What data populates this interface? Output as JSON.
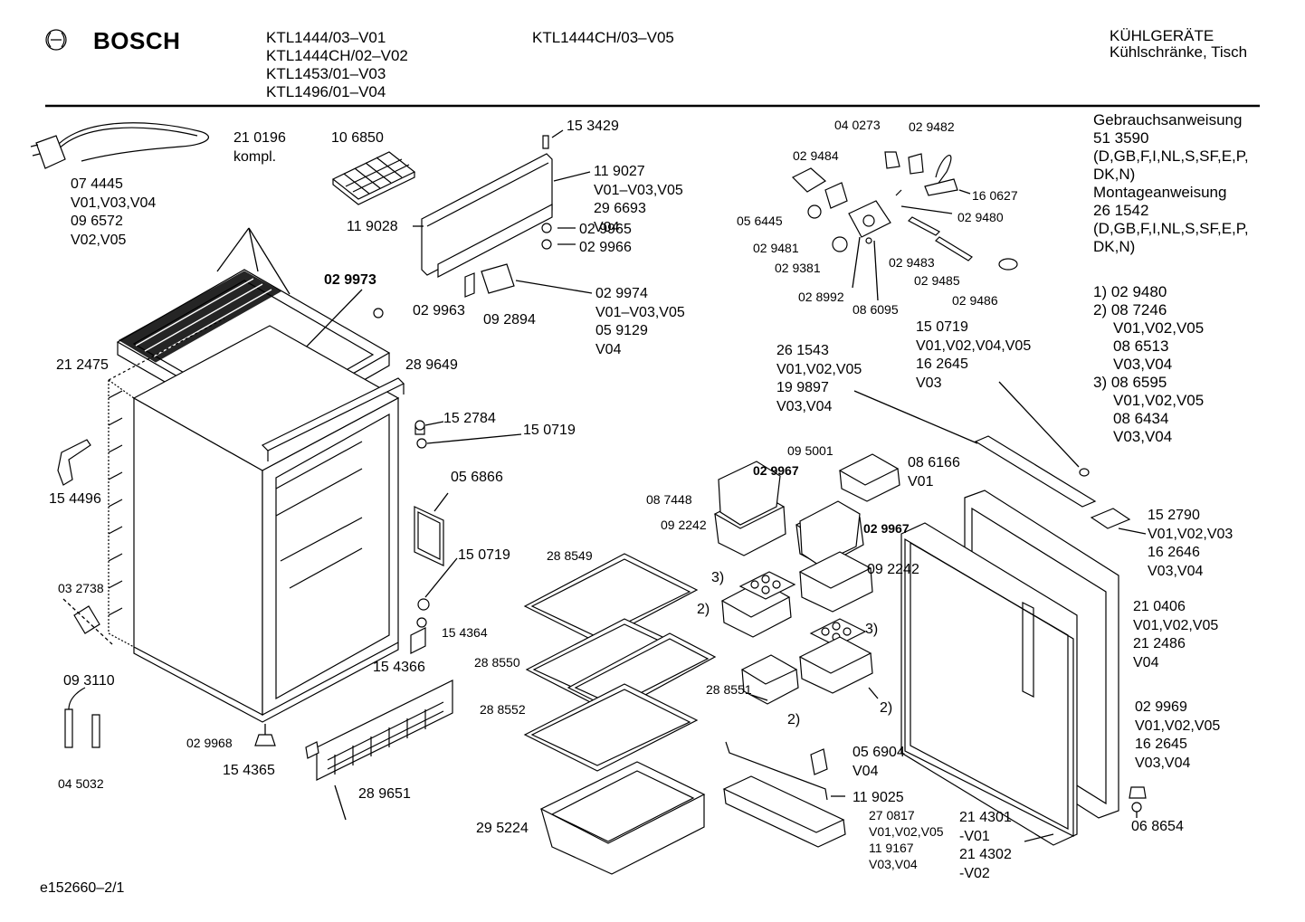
{
  "header": {
    "brand": "BOSCH",
    "models_col1": [
      "KTL1444/03–V01",
      "KTL1444CH/02–V02",
      "KTL1453/01–V03",
      "KTL1496/01–V04"
    ],
    "models_col2": [
      "KTL1444CH/03–V05"
    ],
    "category": [
      "KÜHLGERÄTE",
      "Kühlschränke, Tisch"
    ]
  },
  "documentation": [
    "Gebrauchsanweisung",
    "51 3590",
    "(D,GB,F,I,NL,S,SF,E,P,",
    "DK,N)",
    "Montageanweisung",
    "26 1542",
    "(D,GB,F,I,NL,S,SF,E,P,",
    "DK,N)"
  ],
  "footnotes": [
    "1) 02 9480",
    "2) 08 7246",
    "V01,V02,V05",
    "08 6513",
    "V03,V04",
    "3) 08 6595",
    "V01,V02,V05",
    "08 6434",
    "V03,V04"
  ],
  "part_labels": {
    "p074445": [
      "07 4445",
      "V01,V03,V04",
      "09 6572",
      "V02,V05"
    ],
    "p210196": [
      "21 0196",
      "kompl."
    ],
    "p106850": "10 6850",
    "p153429": "15 3429",
    "p119027": [
      "11 9027",
      "V01–V03,V05",
      "29 6693",
      "V04"
    ],
    "p119028": "11 9028",
    "p029965": "02 9965",
    "p029966": "02 9966",
    "p029973": "02 9973",
    "p029963": "02 9963",
    "p092894": "09 2894",
    "p029974": [
      "02 9974",
      "V01–V03,V05",
      "05 9129",
      "V04"
    ],
    "p040273": "04 0273",
    "p029482": "02 9482",
    "p029484": "02 9484",
    "p160627": "16 0627",
    "p056445": "05 6445",
    "p029480": "02 9480",
    "p029481": "02 9481",
    "p029381": "02 9381",
    "p029483": "02 9483",
    "p029485": "02 9485",
    "p028992": "02 8992",
    "p086095": "08 6095",
    "p029486": "02 9486",
    "p150719a": [
      "15 0719",
      "V01,V02,V04,V05",
      "16 2645",
      "V03"
    ],
    "p261543": [
      "26 1543",
      "V01,V02,V05",
      "19 9897",
      "V03,V04"
    ],
    "p212475": "21 2475",
    "p289649": "28 9649",
    "p152784": "15 2784",
    "p150719b": "15 0719",
    "p154496": "15 4496",
    "p056866": "05 6866",
    "p150719c": "15 0719",
    "p032738": "03 2738",
    "p154364": "15 4364",
    "p154366": "15 4366",
    "p093110": "09 3110",
    "p045032": "04 5032",
    "p029968": "02 9968",
    "p154365": "15 4365",
    "p289651": "28 9651",
    "p288549": "28 8549",
    "p288550": "28 8550",
    "p288551": "28 8551",
    "p288552": "28 8552",
    "p295224": "29 5224",
    "p095001": "09 5001",
    "p029967a": "02 9967",
    "p086166": [
      "08 6166",
      "V01"
    ],
    "p087448": "08 7448",
    "p092242a": "09 2242",
    "p029967b": "02 9967",
    "p092242b": "09 2242",
    "n3a": "3)",
    "n2a": "2)",
    "n3b": "3)",
    "n2b": "2)",
    "n2c": "2)",
    "p152790": [
      "15 2790",
      "V01,V02,V03",
      "16 2646",
      "V03,V04"
    ],
    "p210406": [
      "21 0406",
      "V01,V02,V05",
      "21 2486",
      "V04"
    ],
    "p029969": [
      "02 9969",
      "V01,V02,V05",
      "16 2645",
      "V03,V04"
    ],
    "p056904": [
      "05 6904",
      "V04"
    ],
    "p119025": "11 9025",
    "p270817": [
      "27 0817",
      "V01,V02,V05",
      "11 9167",
      "V03,V04"
    ],
    "p214301": [
      "21 4301",
      "-V01",
      "21 4302",
      "-V02"
    ],
    "p068654": "06 8654"
  },
  "footer": {
    "drawing_id": "e152660–2/1"
  }
}
